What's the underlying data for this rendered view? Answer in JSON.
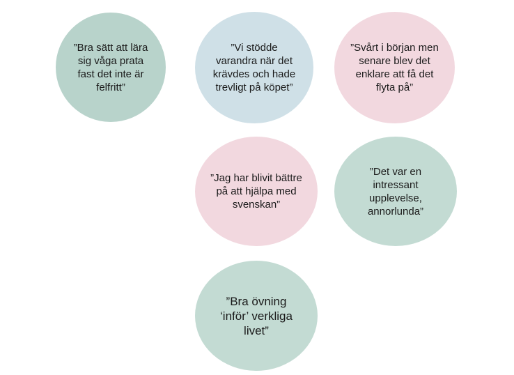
{
  "bubbles": [
    {
      "text": "”Bra sätt att lära sig våga prata fast det inte är felfritt”"
    },
    {
      "text": "”Vi stödde varandra när det krävdes och hade trevligt på köpet”"
    },
    {
      "text": "”Svårt i början men senare blev det enklare att få det flyta på”"
    },
    {
      "text": "”Jag har blivit bättre på att hjälpa med svenskan”"
    },
    {
      "text": "”Det var en intressant upplevelse, annorlunda”"
    },
    {
      "text": "”Bra övning ‘inför’ verkliga livet”"
    }
  ],
  "colors": {
    "teal": "#b8d3cb",
    "light_blue": "#cfe0e7",
    "pink": "#f2d8df",
    "mint": "#c3dbd3"
  }
}
